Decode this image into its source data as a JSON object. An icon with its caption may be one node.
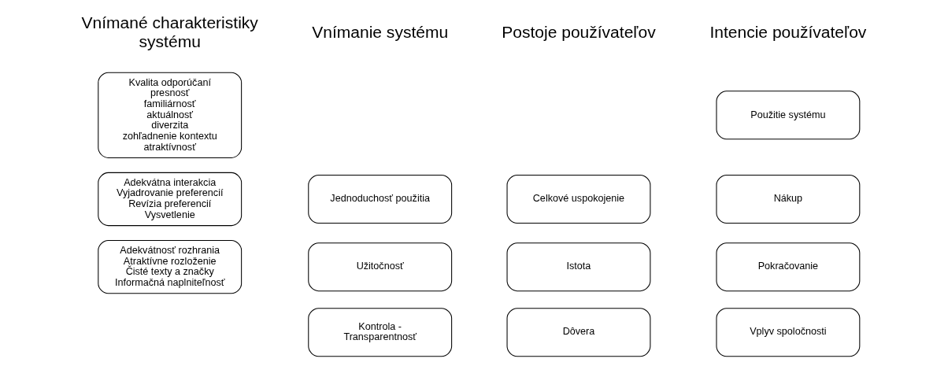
{
  "diagram": {
    "nodes": [
      {
        "text": [
          "Kvalita odporúčaní",
          "presnosť",
          "familiárnosť",
          "aktuálnosť",
          "diverzita",
          "zohľadnenie kontextu",
          "atraktívnosť"
        ]
      },
      {
        "text": [
          "Adekvátna interakcia",
          "Vyjadrovanie preferencií",
          "Revízia preferencií",
          "Vysvetlenie"
        ]
      },
      {
        "text": [
          "Adekvátnosť rozhrania",
          "Atraktívne rozloženie",
          "Čisté texty a značky",
          "Informačná naplniteľnosť"
        ]
      },
      {
        "text": [
          "Jednoduchosť použitia"
        ]
      },
      {
        "text": [
          "Užitočnosť"
        ]
      },
      {
        "text": [
          "Kontrola - Transparentnosť"
        ]
      },
      {
        "text": [
          "Celkové uspokojenie"
        ]
      },
      {
        "text": [
          "Istota"
        ]
      },
      {
        "text": [
          "Dôvera"
        ]
      },
      {
        "text": [
          "Použitie systému"
        ]
      },
      {
        "text": [
          "Nákup"
        ]
      },
      {
        "text": [
          "Pokračovanie"
        ]
      },
      {
        "text": [
          "Vplyv spoločnosti"
        ]
      }
    ],
    "edges": [],
    "labels": [
      "Vnímané charakteristiky systému",
      "Vnímanie systému",
      "Postoje používateľov",
      "Intencie používateľov"
    ]
  }
}
